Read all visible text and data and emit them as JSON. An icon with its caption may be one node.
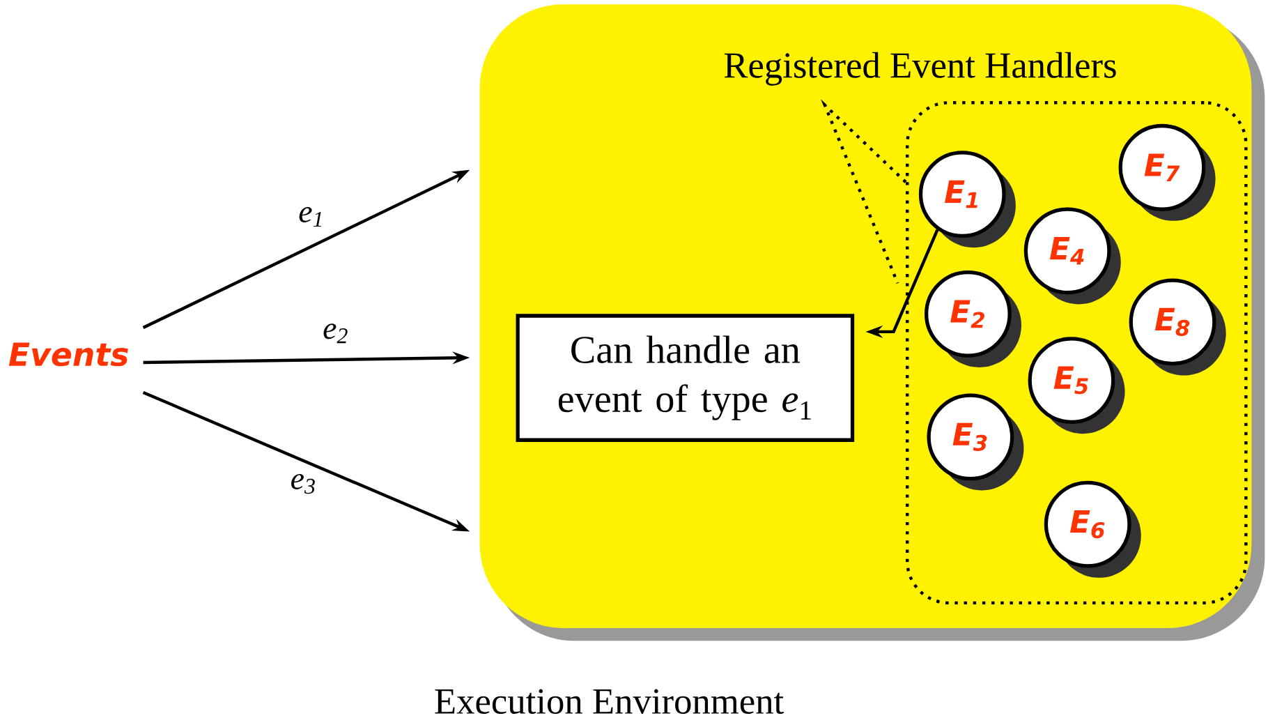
{
  "diagram": {
    "nodes": [
      {
        "text": [
          "Events"
        ]
      },
      {
        "text": [
          "Execution Environment"
        ]
      },
      {
        "text": [
          "Registered Event Handlers"
        ],
        "in": 1
      },
      {
        "text": [
          "Can handle an event of type *e*$_{1}$"
        ],
        "in": 1
      },
      {
        "text": [
          "E$_{1}$"
        ],
        "in": 2
      },
      {
        "text": [
          "E$_{7}$"
        ],
        "in": 2
      },
      {
        "text": [
          "E$_{4}$"
        ],
        "in": 2
      },
      {
        "text": [
          "E$_{2}$"
        ],
        "in": 2
      },
      {
        "text": [
          "E$_{8}$"
        ],
        "in": 2
      },
      {
        "text": [
          "E$_{5}$"
        ],
        "in": 2
      },
      {
        "text": [
          "E$_{3}$"
        ],
        "in": 2
      },
      {
        "text": [
          "E$_{6}$"
        ],
        "in": 2
      }
    ],
    "edges": [
      {
        "from": 0,
        "to": 1,
        "arrow": "to",
        "label": "e$_{1}$"
      },
      {
        "from": 0,
        "to": 1,
        "arrow": "to",
        "label": "e$_{2}$"
      },
      {
        "from": 0,
        "to": 1,
        "arrow": "to",
        "label": "e$_{3}$"
      },
      {
        "from": 4,
        "to": 3,
        "arrow": "to"
      }
    ]
  }
}
